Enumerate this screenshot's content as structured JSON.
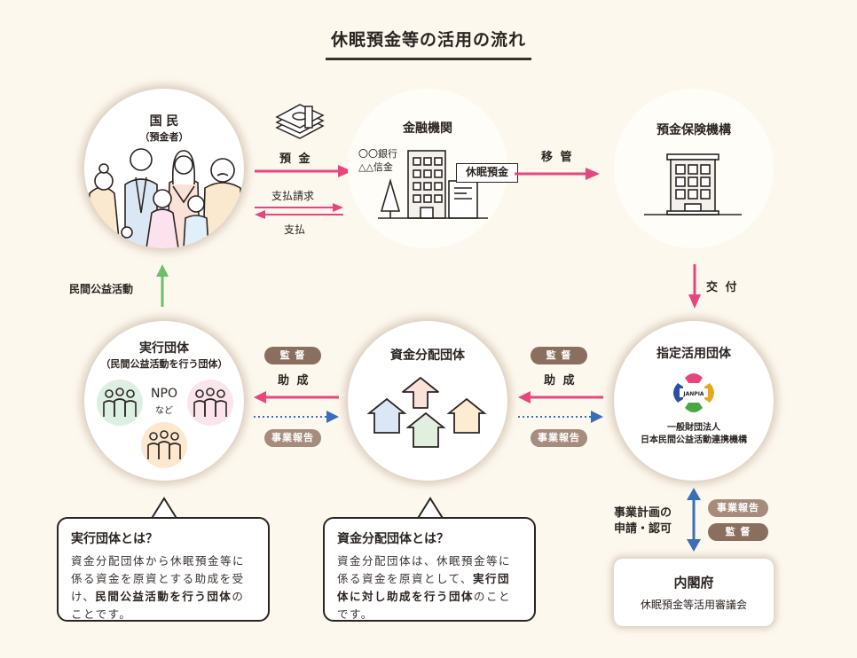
{
  "title": "休眠預金等の活用の流れ",
  "nodes": {
    "citizens": {
      "title": "国 民",
      "subtitle": "（預金者）"
    },
    "financial": {
      "title": "金融機関",
      "bank_line1": "〇〇銀行",
      "bank_line2": "△△信金",
      "deposit_tag": "休眠預金"
    },
    "dic": {
      "title": "預金保険機構"
    },
    "designated": {
      "title": "指定活用団体",
      "logo_text": "JANPIA",
      "org_line1": "一般財団法人",
      "org_line2": "日本民間公益活動連携機構"
    },
    "distributor": {
      "title": "資金分配団体"
    },
    "executor": {
      "title": "実行団体",
      "subtitle": "（民間公益活動を行う団体）",
      "npo": "NPO",
      "npo_sub": "など"
    },
    "cabinet": {
      "title": "内閣府",
      "subtitle": "休眠預金等活用審議会"
    }
  },
  "flows": {
    "deposit": "預 金",
    "payment_request": "支払請求",
    "payment": "支払",
    "transfer": "移 管",
    "grant_out": "交 付",
    "supervision": "監 督",
    "subsidy": "助 成",
    "report": "事業報告",
    "public_activity": "民間公益活動",
    "plan_line1": "事業計画の",
    "plan_line2": "申請・認可"
  },
  "bubbles": {
    "executor": {
      "heading": "実行団体とは？",
      "text_a": "資金分配団体から休眠預金等に係る資金を原資とする助成を受け、",
      "text_bold": "民間公益活動を行う団体",
      "text_b": "のことです。"
    },
    "distributor": {
      "heading": "資金分配団体とは？",
      "text_a": "資金分配団体は、休眠預金等に係る資金を原資として、",
      "text_bold": "実行団体に対し助成を行う団体",
      "text_b": "のことです。"
    }
  },
  "colors": {
    "background": "#fdf8ee",
    "money_arrow": "#e8457f",
    "report_arrow": "#3a6fb8",
    "activity_arrow": "#6cc06a",
    "pill_dark": "#8a6e5e",
    "pill_light": "#a58c7c"
  }
}
